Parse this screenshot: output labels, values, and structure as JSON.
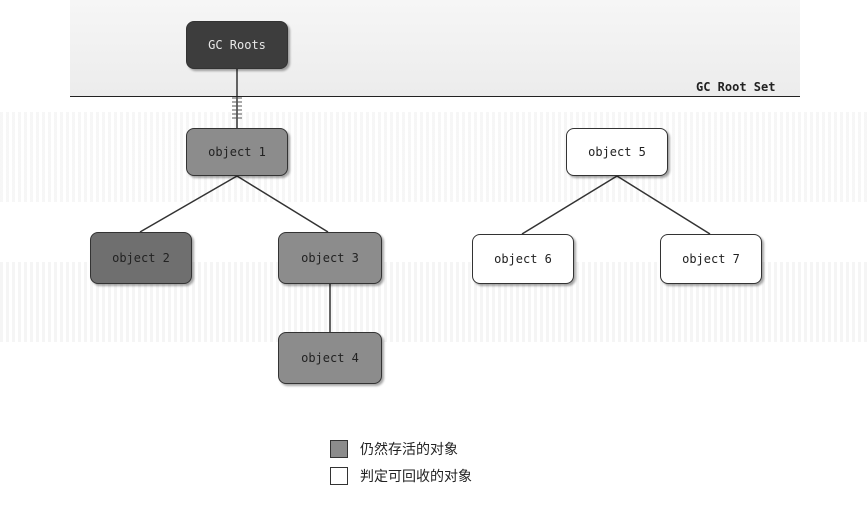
{
  "diagram": {
    "root": "GC Roots",
    "set_label": "GC Root Set",
    "objects": [
      "object 1",
      "object 2",
      "object 3",
      "object 4",
      "object 5",
      "object 6",
      "object 7"
    ]
  },
  "legend": {
    "live_label": "仍然存活的对象",
    "dead_label": "判定可回收的对象"
  },
  "colors": {
    "live": "#8c8c8c",
    "root": "#3d3d3d",
    "dead": "#ffffff",
    "line": "#333333"
  }
}
